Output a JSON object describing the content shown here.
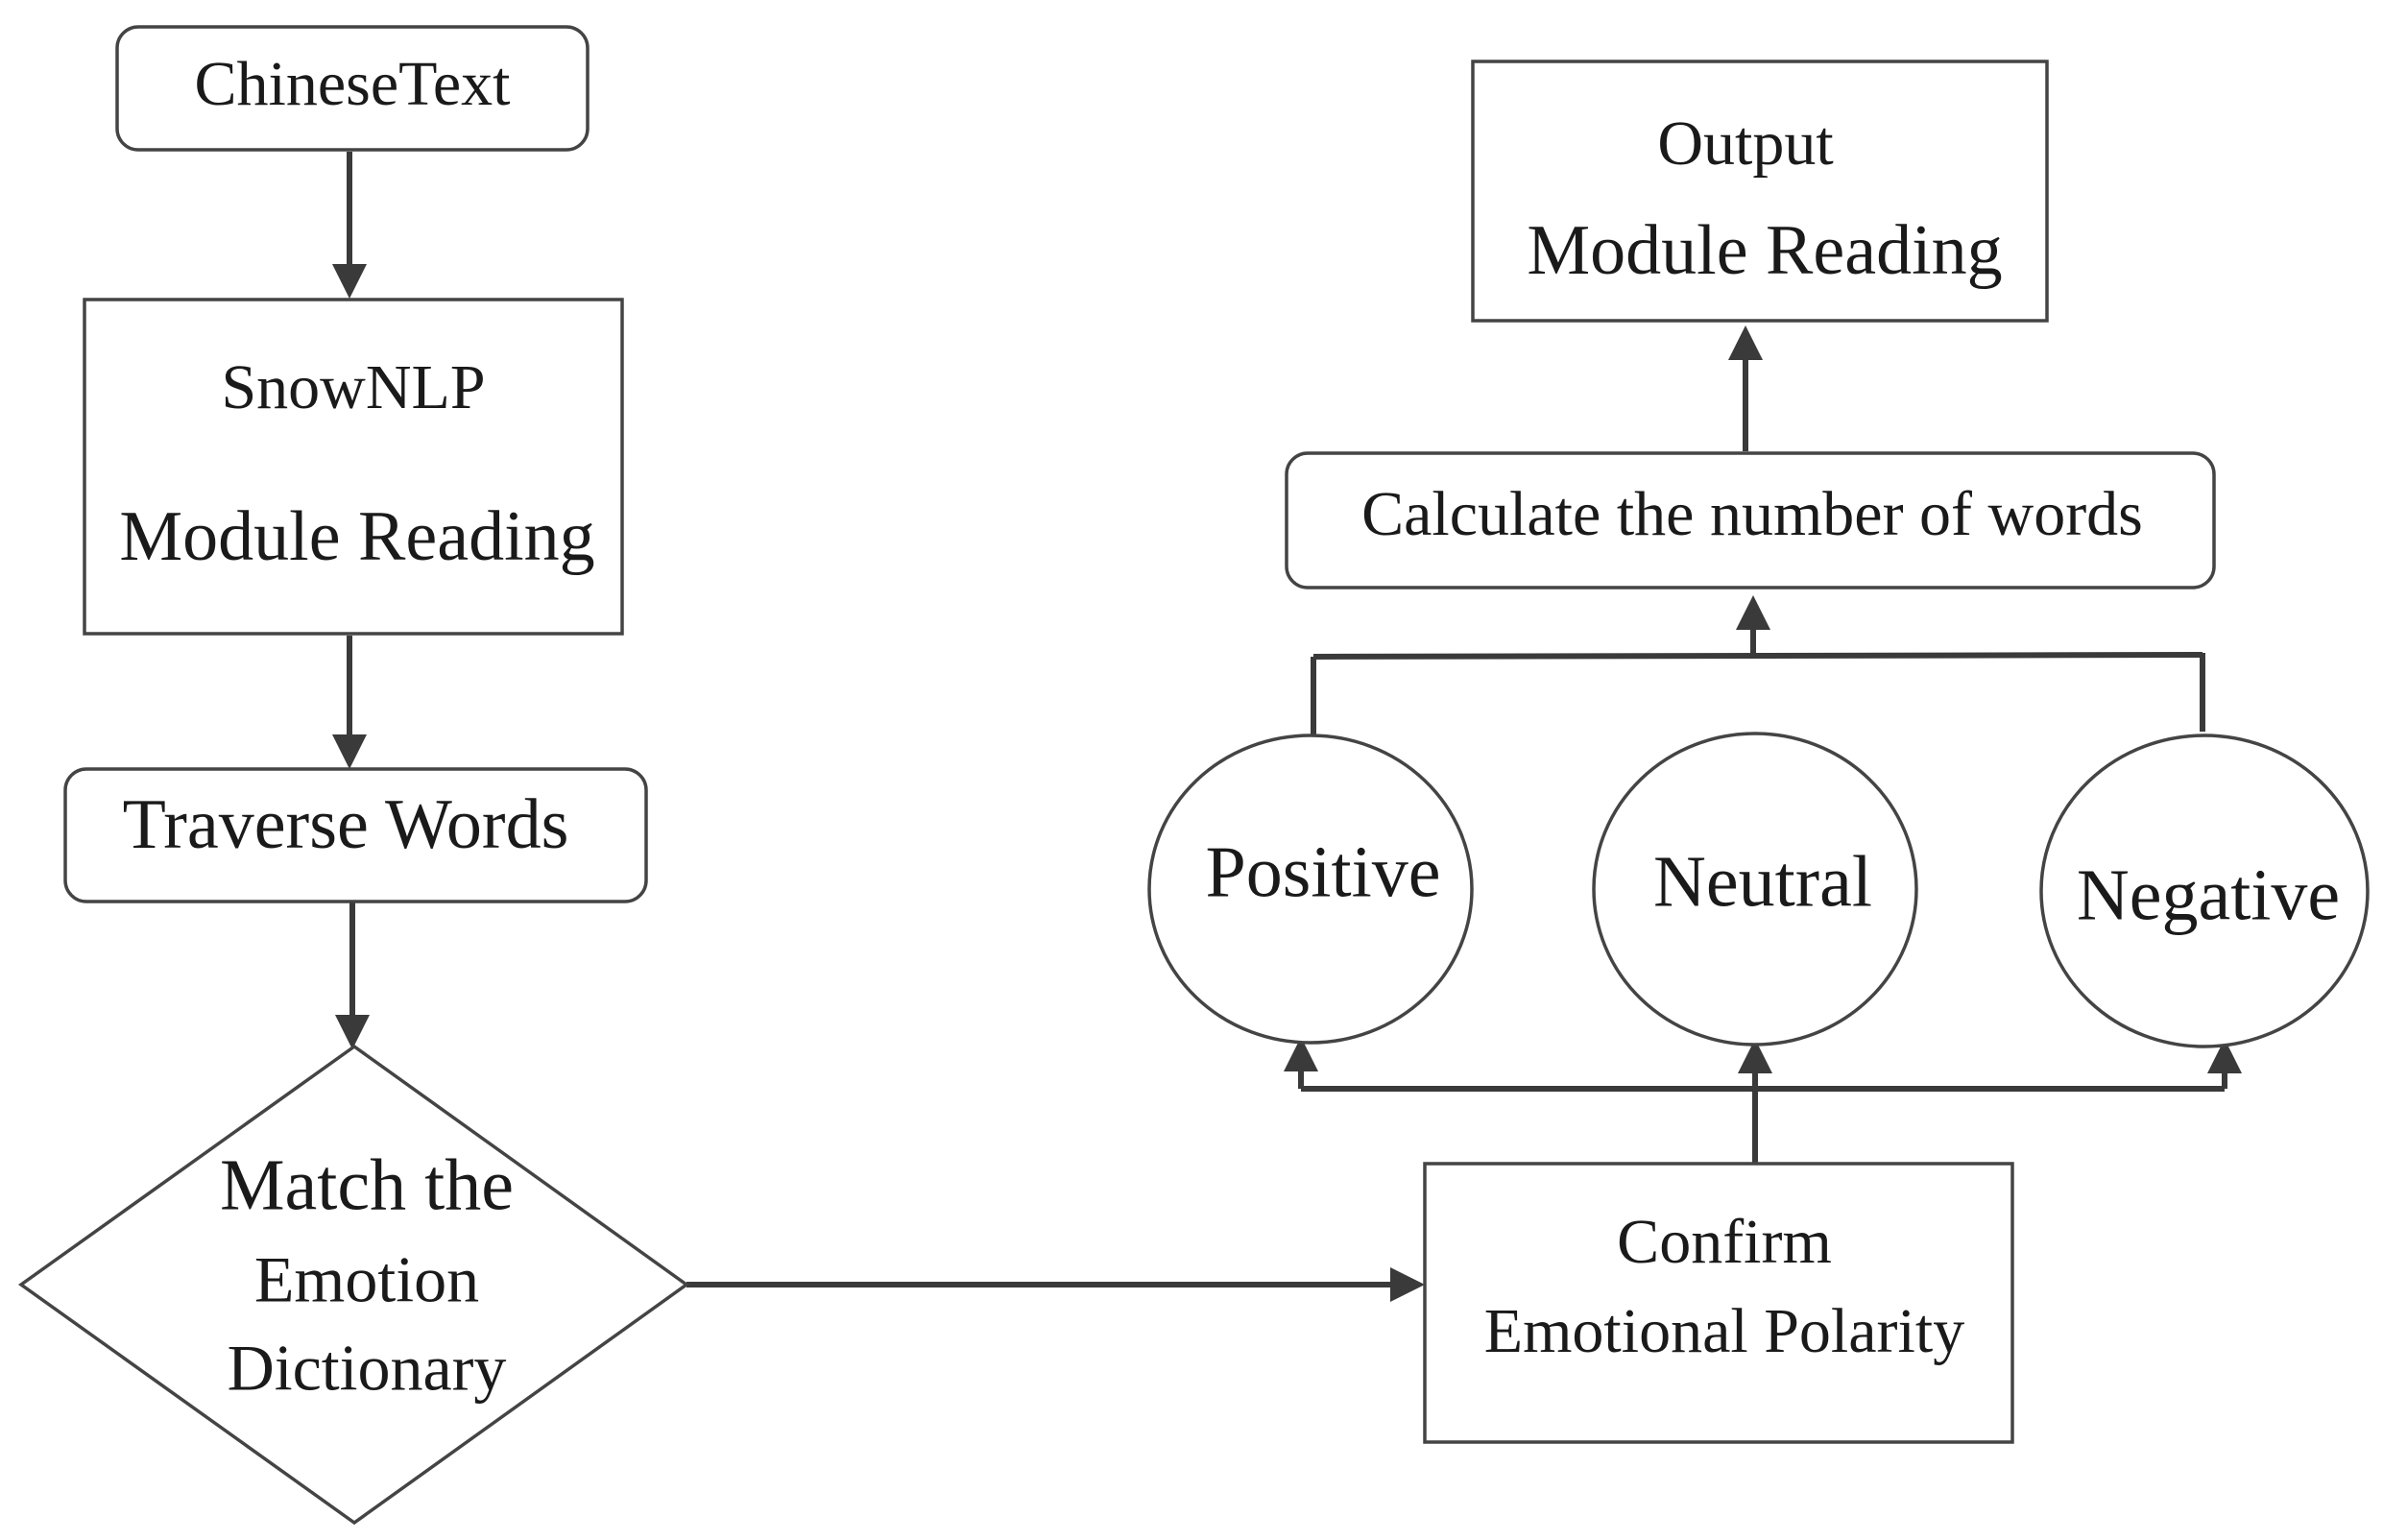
{
  "nodes": {
    "chinese_text": "ChineseText",
    "snownlp_line1": "SnowNLP",
    "snownlp_line2": "Module Reading",
    "traverse_words": "Traverse Words",
    "match_line1": "Match the",
    "match_line2": "Emotion",
    "match_line3": "Dictionary",
    "confirm_line1": "Confirm",
    "confirm_line2": "Emotional Polarity",
    "positive": "Positive",
    "neutral": "Neutral",
    "negative": "Negative",
    "calculate": "Calculate the number of words",
    "output_line1": "Output",
    "output_line2": "Module Reading"
  },
  "colors": {
    "stroke": "#444444",
    "connector": "#3a3a3a",
    "text": "#1a1a1a",
    "background": "#ffffff"
  }
}
